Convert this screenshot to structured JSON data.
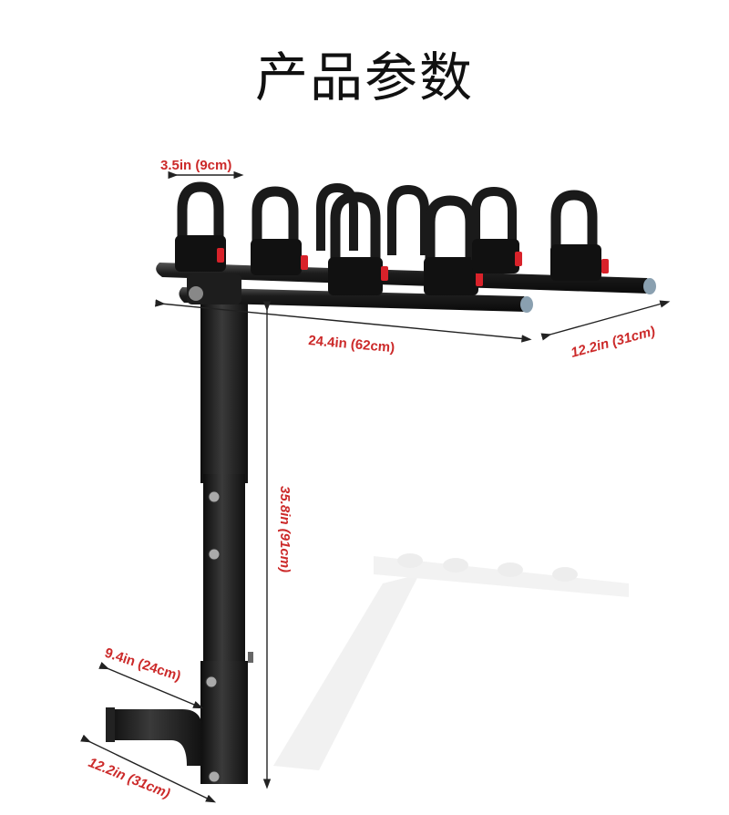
{
  "page": {
    "title": "产品参数"
  },
  "dimensions": {
    "clamp_width": "3.5in (9cm)",
    "bar_length": "24.4in (62cm)",
    "bar_depth": "12.2in (31cm)",
    "height": "35.8in (91cm)",
    "hitch_length": "9.4in (24cm)",
    "base_length": "12.2in (31cm)"
  },
  "colors": {
    "dimension_text": "#cc2a2a",
    "rack": "#1a1a1a",
    "accent": "#d8222a"
  }
}
